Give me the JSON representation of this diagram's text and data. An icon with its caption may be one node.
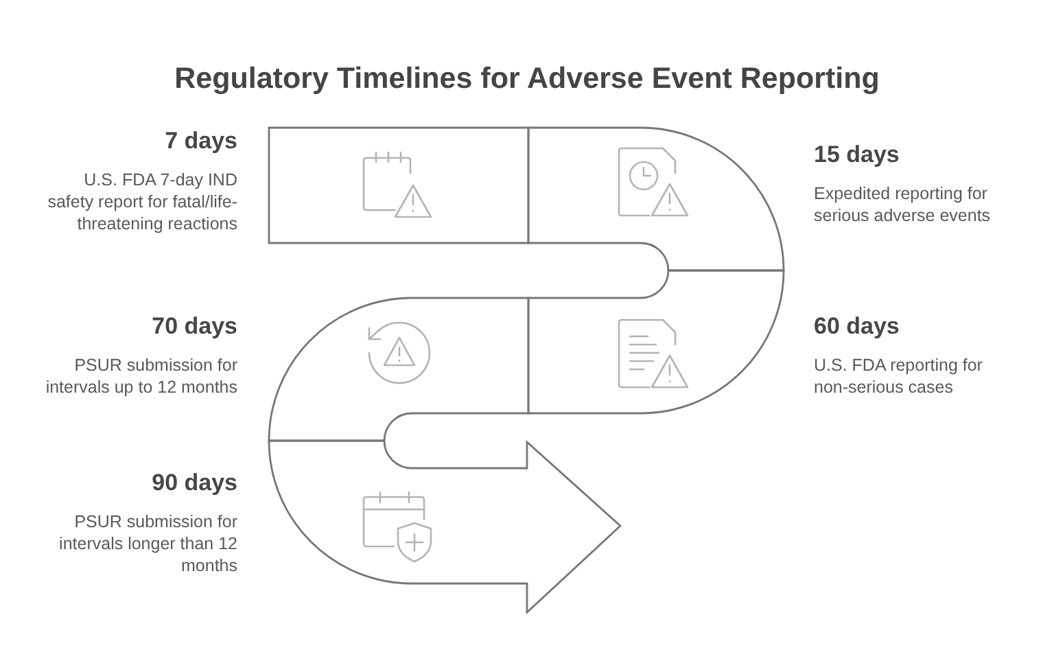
{
  "diagram": {
    "title": "Regulatory Timelines for Adverse Event Reporting",
    "nodes": [
      {
        "text": [],
        "shape": "box",
        "beside": [
          "7 days",
          "U.S. FDA 7-day IND safety report for fatal/life-threatening reactions"
        ]
      },
      {
        "text": [],
        "shape": "box",
        "beside": [
          "15 days",
          "Expedited reporting for serious adverse events"
        ]
      },
      {
        "text": [],
        "shape": "box",
        "beside": [
          "60 days",
          "U.S. FDA reporting for non-serious cases"
        ]
      },
      {
        "text": [],
        "shape": "box",
        "beside": [
          "70 days",
          "PSUR submission for intervals up to 12 months"
        ]
      },
      {
        "text": [],
        "shape": "arrow",
        "beside": [
          "90 days",
          "PSUR submission for intervals longer than 12 months"
        ]
      }
    ]
  }
}
